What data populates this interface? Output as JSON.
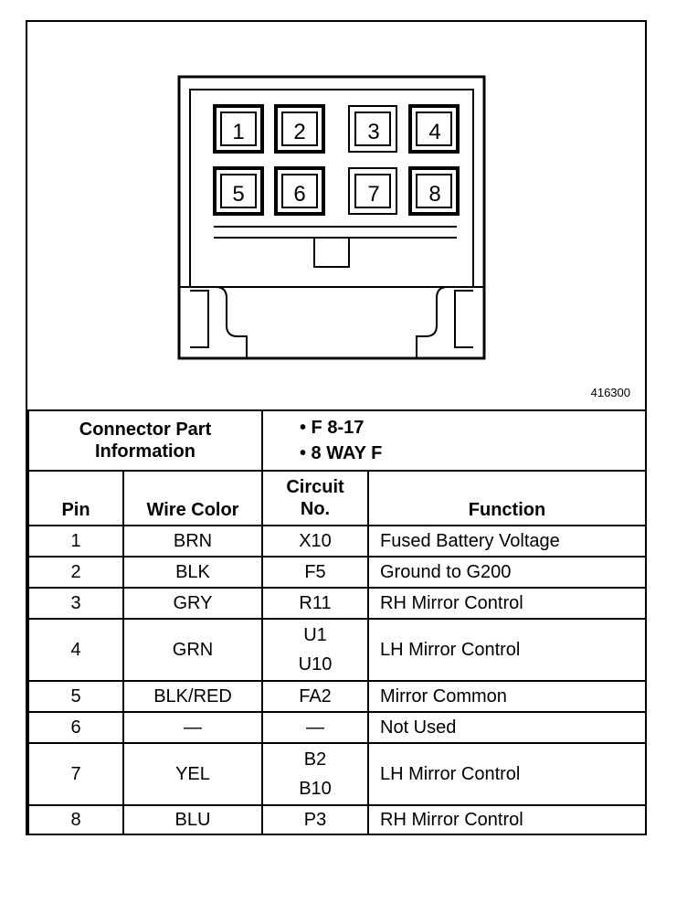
{
  "figure_id": "416300",
  "connector": {
    "pins": [
      "1",
      "2",
      "3",
      "4",
      "5",
      "6",
      "7",
      "8"
    ]
  },
  "part_info": {
    "label_line1": "Connector Part",
    "label_line2": "Information",
    "items": [
      "• F 8-17",
      "• 8 WAY F"
    ]
  },
  "table": {
    "headers": {
      "pin": "Pin",
      "wire_color": "Wire Color",
      "circuit_line1": "Circuit",
      "circuit_line2": "No.",
      "function": "Function"
    },
    "rows": [
      {
        "pin": "1",
        "color": "BRN",
        "circuit": [
          "X10"
        ],
        "function": "Fused Battery Voltage"
      },
      {
        "pin": "2",
        "color": "BLK",
        "circuit": [
          "F5"
        ],
        "function": "Ground to G200"
      },
      {
        "pin": "3",
        "color": "GRY",
        "circuit": [
          "R11"
        ],
        "function": "RH Mirror Control"
      },
      {
        "pin": "4",
        "color": "GRN",
        "circuit": [
          "U1",
          "U10"
        ],
        "function": "LH Mirror Control"
      },
      {
        "pin": "5",
        "color": "BLK/RED",
        "circuit": [
          "FA2"
        ],
        "function": "Mirror Common"
      },
      {
        "pin": "6",
        "color": "—",
        "circuit": [
          "—"
        ],
        "function": "Not Used"
      },
      {
        "pin": "7",
        "color": "YEL",
        "circuit": [
          "B2",
          "B10"
        ],
        "function": "LH Mirror Control"
      },
      {
        "pin": "8",
        "color": "BLU",
        "circuit": [
          "P3"
        ],
        "function": "RH Mirror Control"
      }
    ]
  }
}
